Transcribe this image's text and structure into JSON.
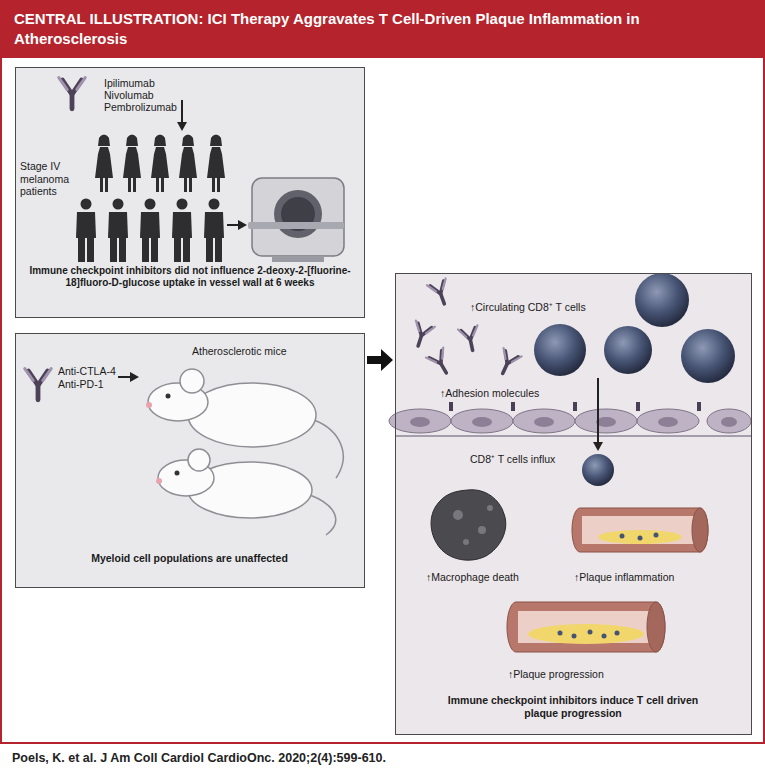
{
  "diagram": {
    "title": "CENTRAL ILLUSTRATION: ICI Therapy Aggravates T Cell-Driven Plaque Inflammation in Atherosclerosis",
    "caption": "Poels, K. et al. J Am Coll Cardiol CardioOnc. 2020;2(4):599-610.",
    "nodes": [
      {
        "text": [
          "Ipilimumab",
          "Nivolumab",
          "Pembrolizumab",
          "Stage IV melanoma patients",
          "Immune checkpoint inhibitors did not influence 2-deoxy-2-[fluorine-18]fluoro-D-glucose uptake in vessel wall at 6 weeks"
        ]
      },
      {
        "text": [
          "Atherosclerotic mice",
          "Anti-CTLA-4",
          "Anti-PD-1",
          "Myeloid cell populations are unaffected"
        ]
      },
      {
        "text": [
          "↑Circulating CD8⁺ T cells",
          "↑Adhesion molecules",
          "CD8⁺ T cells influx",
          "↑Macrophage death",
          "↑Plaque inflammation",
          "↑Plaque progression",
          "Immune checkpoint inhibitors induce T cell driven plaque progression"
        ]
      }
    ],
    "edges": [
      {
        "from": 1,
        "to": 2,
        "arrow": "to"
      }
    ]
  }
}
